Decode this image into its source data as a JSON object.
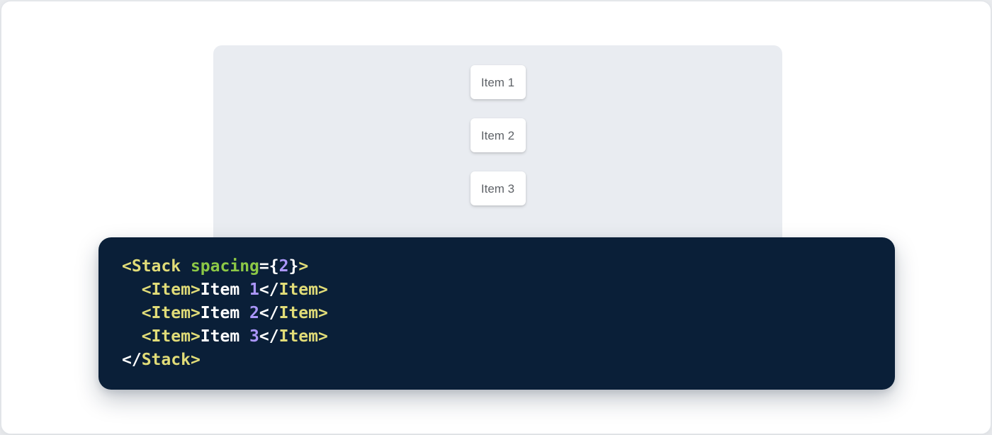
{
  "page": {
    "outer_background": "#e9ebee",
    "card_background": "#ffffff",
    "card_border": "#e2e5e9"
  },
  "demo_panel": {
    "background": "#e9ecf1",
    "item_text_color": "#5f6368",
    "items": [
      {
        "label": "Item 1"
      },
      {
        "label": "Item 2"
      },
      {
        "label": "Item 3"
      }
    ]
  },
  "code_block": {
    "background": "#0a1f38",
    "token_colors": {
      "tag": "#e1dc78",
      "attr": "#8cc846",
      "number": "#ab96fa",
      "punctuation": "#ffffff",
      "text": "#ffffff"
    },
    "raw": "<Stack spacing={2}>\n  <Item>Item 1</Item>\n  <Item>Item 2</Item>\n  <Item>Item 3</Item>\n</Stack>",
    "lines": [
      [
        {
          "type": "tag",
          "text": "<Stack"
        },
        {
          "type": "text",
          "text": " "
        },
        {
          "type": "attr",
          "text": "spacing"
        },
        {
          "type": "punctuation",
          "text": "={"
        },
        {
          "type": "number",
          "text": "2"
        },
        {
          "type": "punctuation",
          "text": "}"
        },
        {
          "type": "tag",
          "text": ">"
        }
      ],
      [
        {
          "type": "text",
          "text": "  "
        },
        {
          "type": "tag",
          "text": "<Item>"
        },
        {
          "type": "text",
          "text": "Item "
        },
        {
          "type": "number",
          "text": "1"
        },
        {
          "type": "punctuation",
          "text": "</"
        },
        {
          "type": "tag",
          "text": "Item>"
        }
      ],
      [
        {
          "type": "text",
          "text": "  "
        },
        {
          "type": "tag",
          "text": "<Item>"
        },
        {
          "type": "text",
          "text": "Item "
        },
        {
          "type": "number",
          "text": "2"
        },
        {
          "type": "punctuation",
          "text": "</"
        },
        {
          "type": "tag",
          "text": "Item>"
        }
      ],
      [
        {
          "type": "text",
          "text": "  "
        },
        {
          "type": "tag",
          "text": "<Item>"
        },
        {
          "type": "text",
          "text": "Item "
        },
        {
          "type": "number",
          "text": "3"
        },
        {
          "type": "punctuation",
          "text": "</"
        },
        {
          "type": "tag",
          "text": "Item>"
        }
      ],
      [
        {
          "type": "punctuation",
          "text": "</"
        },
        {
          "type": "tag",
          "text": "Stack>"
        }
      ]
    ]
  }
}
